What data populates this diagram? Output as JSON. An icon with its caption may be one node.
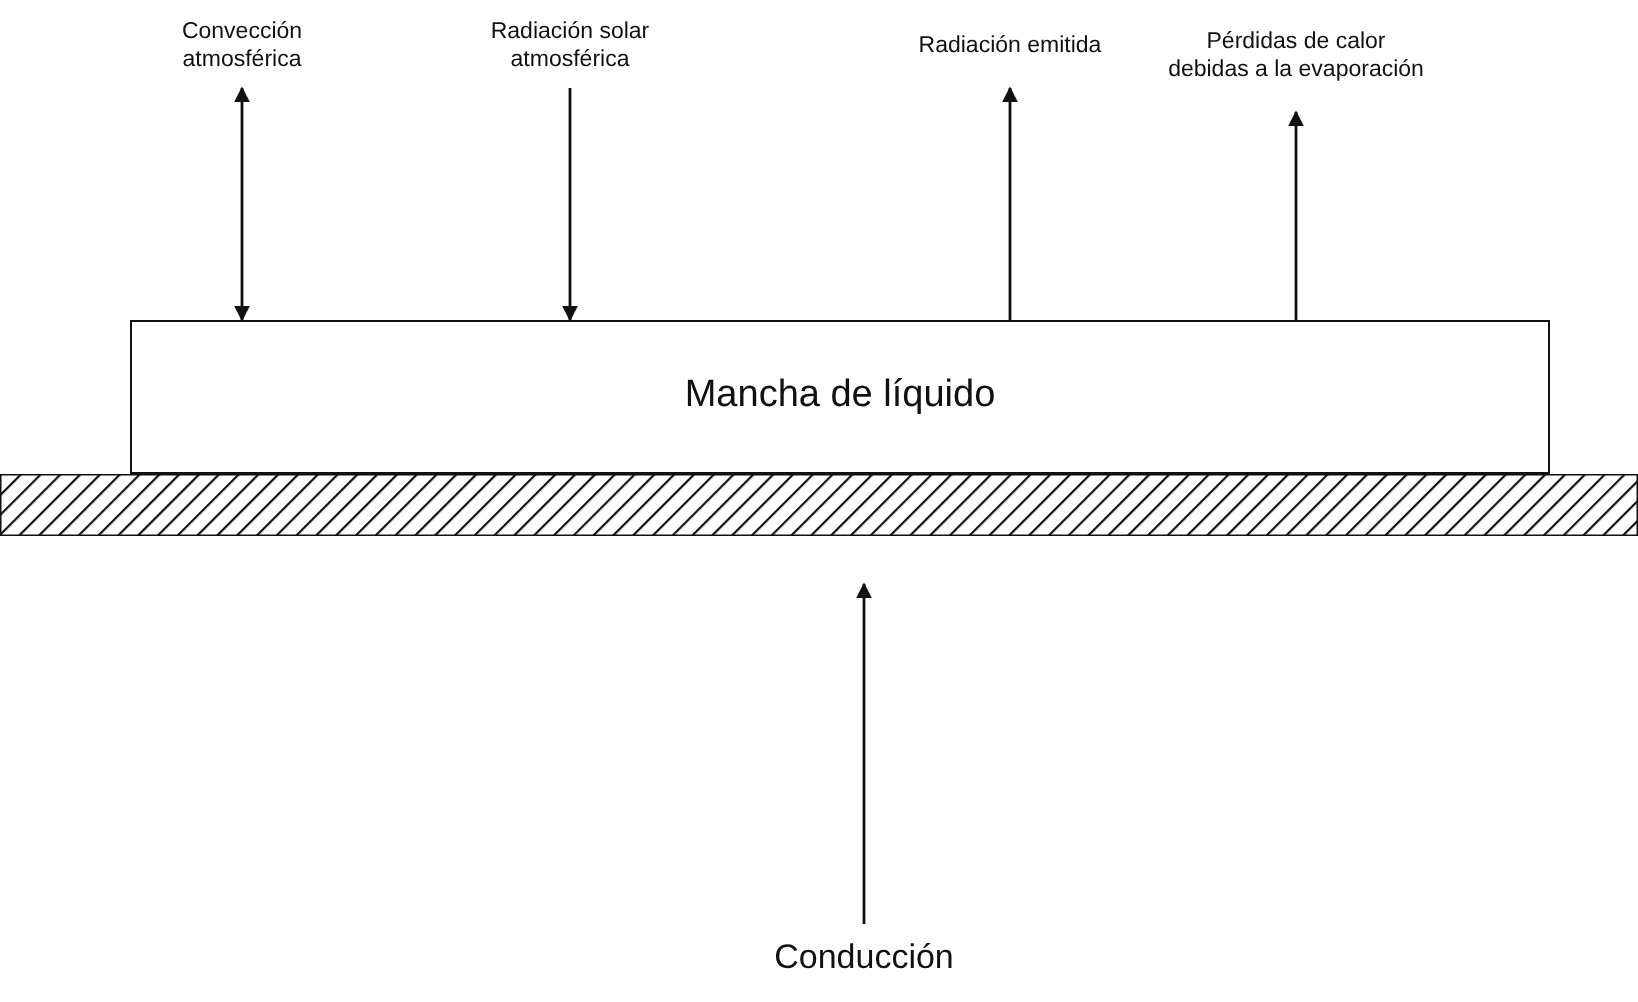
{
  "diagram": {
    "nodes": [
      {
        "text": [
          "Convección atmosférica"
        ]
      },
      {
        "text": [
          "Radiación solar atmosférica"
        ]
      },
      {
        "text": [
          "Radiación emitida"
        ]
      },
      {
        "text": [
          "Pérdidas de calor debidas a la evaporación"
        ]
      },
      {
        "text": [
          "Mancha de líquido"
        ]
      },
      {
        "text": [],
        "shape": "bar"
      },
      {
        "text": [
          "Conducción"
        ]
      }
    ],
    "edges": [
      {
        "from": 0,
        "to": 4,
        "arrow": "both"
      },
      {
        "from": 1,
        "to": 4,
        "arrow": "to"
      },
      {
        "from": 4,
        "to": 2,
        "arrow": "to"
      },
      {
        "from": 4,
        "to": 3,
        "arrow": "to"
      },
      {
        "from": 6,
        "to": 5,
        "arrow": "to"
      }
    ]
  }
}
